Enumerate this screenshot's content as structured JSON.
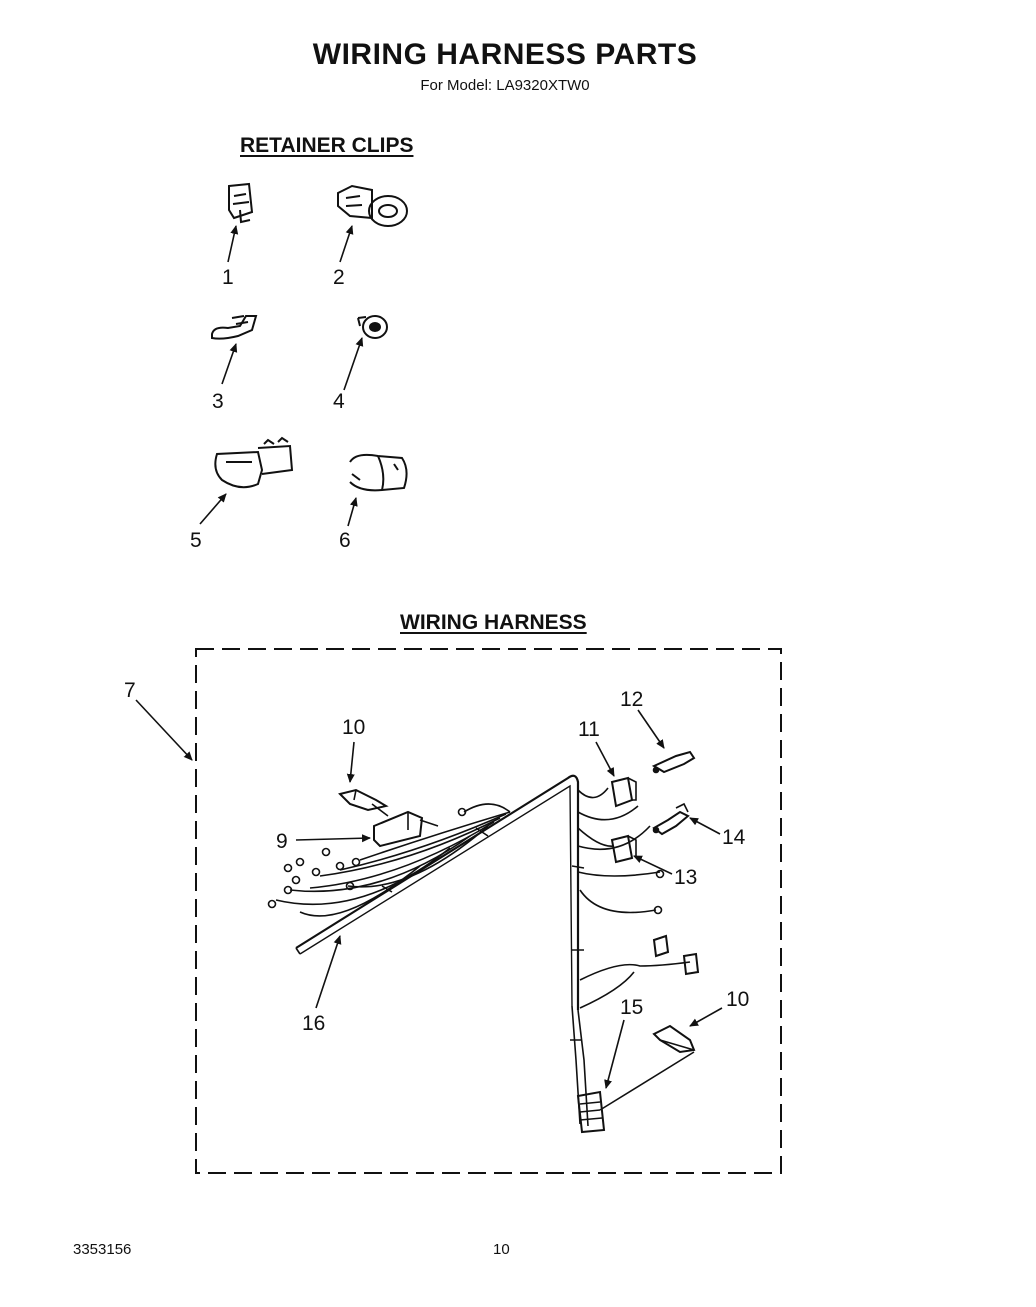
{
  "header": {
    "title": "WIRING HARNESS PARTS",
    "model_line": "For Model: LA9320XTW0"
  },
  "sections": {
    "retainer_clips": "RETAINER CLIPS",
    "wiring_harness": "WIRING HARNESS"
  },
  "callouts": {
    "clip_1": "1",
    "clip_2": "2",
    "clip_3": "3",
    "clip_4": "4",
    "clip_5": "5",
    "clip_6": "6",
    "harness": "7",
    "item_9": "9",
    "item_10_top": "10",
    "item_10_bottom": "10",
    "item_11": "11",
    "item_12": "12",
    "item_13": "13",
    "item_14": "14",
    "item_15": "15",
    "item_16": "16"
  },
  "footer": {
    "doc_number": "3353156",
    "page_number": "10"
  }
}
